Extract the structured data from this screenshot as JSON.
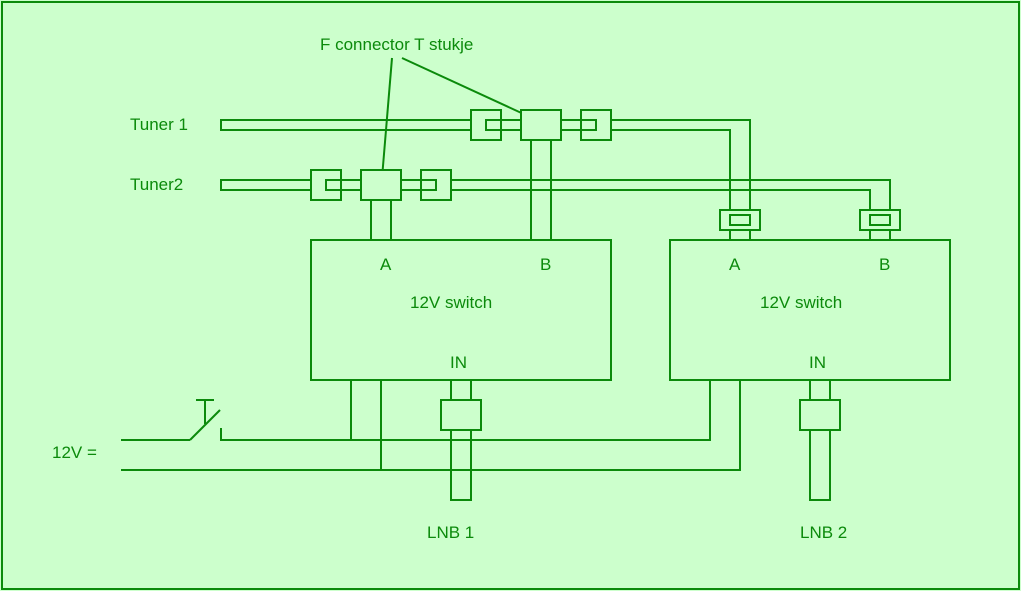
{
  "labels": {
    "annotation": "F connector T stukje",
    "tuner1": "Tuner 1",
    "tuner2": "Tuner2",
    "supply": "12V =",
    "lnb1": "LNB 1",
    "lnb2": "LNB 2"
  },
  "switches": [
    {
      "title": "12V switch",
      "port_a": "A",
      "port_b": "B",
      "port_in": "IN"
    },
    {
      "title": "12V switch",
      "port_a": "A",
      "port_b": "B",
      "port_in": "IN"
    }
  ],
  "colors": {
    "background": "#ccffcc",
    "line": "#0b8a0b"
  }
}
